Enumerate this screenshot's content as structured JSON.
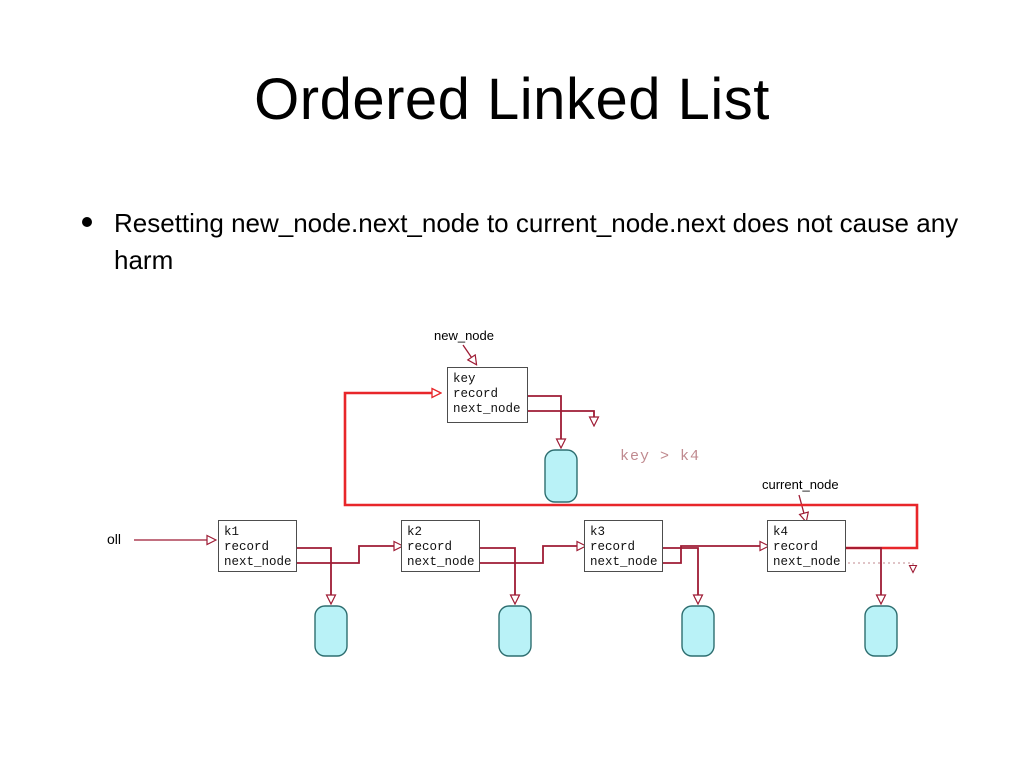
{
  "slide": {
    "title": "Ordered Linked List",
    "bullets": [
      "Resetting new_node.next_node to current_node.next does not cause any harm"
    ]
  },
  "diagram": {
    "labels": {
      "new_node": "new_node",
      "current_node": "current_node",
      "list_head": "oll",
      "condition": "key > k4"
    },
    "new_node": {
      "fields": [
        "key",
        "record",
        "next_node"
      ]
    },
    "nodes": [
      {
        "key": "k1",
        "fields": [
          "k1",
          "record",
          "next_node"
        ]
      },
      {
        "key": "k2",
        "fields": [
          "k2",
          "record",
          "next_node"
        ]
      },
      {
        "key": "k3",
        "fields": [
          "k3",
          "record",
          "next_node"
        ]
      },
      {
        "key": "k4",
        "fields": [
          "k4",
          "record",
          "next_node"
        ]
      }
    ],
    "records": [
      {
        "name": "record-cylinder-new"
      },
      {
        "name": "record-cylinder-1"
      },
      {
        "name": "record-cylinder-2"
      },
      {
        "name": "record-cylinder-3"
      },
      {
        "name": "record-cylinder-4"
      }
    ],
    "colors": {
      "pointer_dark_red": "#9e1b34",
      "pointer_bright_red": "#e8262a",
      "record_fill": "#b9f2f7",
      "record_stroke": "#2d6e70",
      "box_stroke": "#4d4d4d",
      "note_text": "#c08a8f"
    }
  }
}
